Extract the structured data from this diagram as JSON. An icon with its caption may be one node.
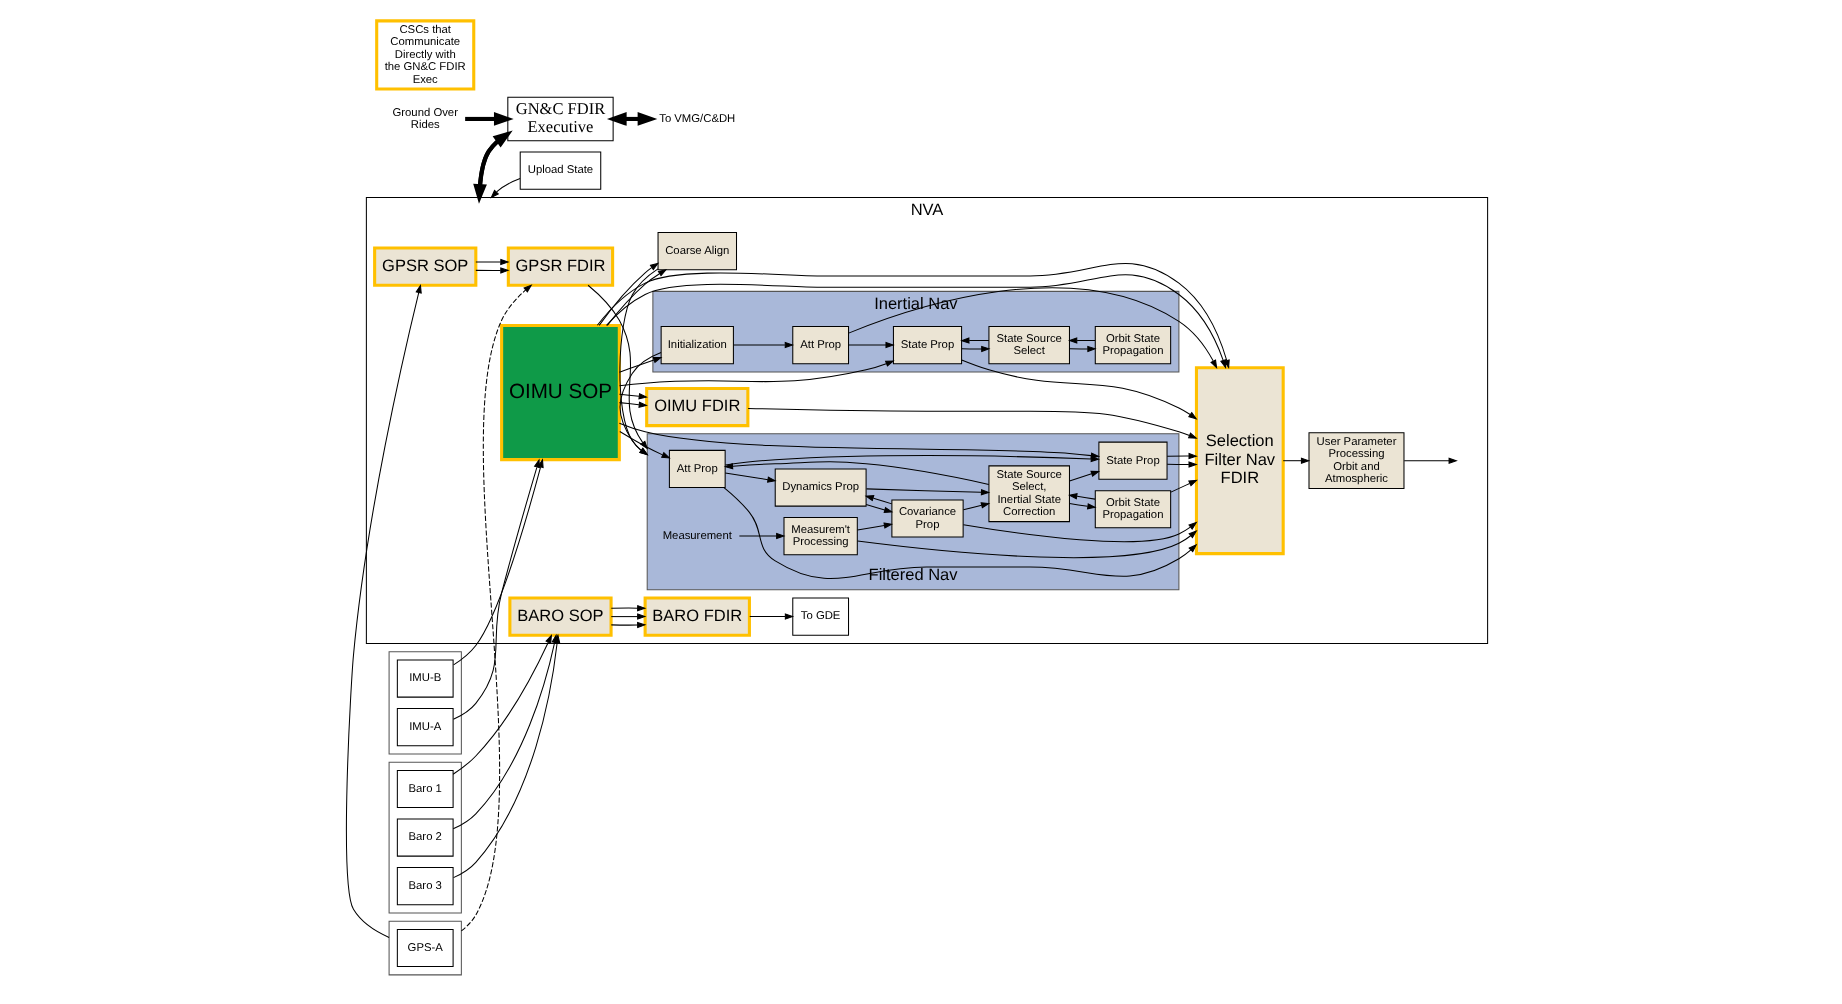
{
  "diagram": {
    "nodes": [
      {
        "text": [
          "Ground Over Rides"
        ]
      },
      {
        "text": [
          "GN&C FDIR Executive"
        ]
      },
      {
        "text": [
          "To VMG/C&DH"
        ]
      },
      {
        "text": [
          "NVA"
        ]
      },
      {
        "text": [],
        "shape": "box"
      },
      {
        "text": [
          "IMU-A"
        ],
        "in": 4
      },
      {
        "text": [
          "IMU-B"
        ],
        "in": 4
      },
      {
        "text": [
          "OIMU SOP"
        ],
        "in": 3
      },
      {
        "text": [
          "OIMU FDIR"
        ],
        "in": 3
      },
      {
        "text": [
          "Coarse Align"
        ],
        "in": 3
      },
      {
        "text": [
          "Filtered Nav"
        ],
        "in": 3
      },
      {
        "text": [
          "Att Prop"
        ],
        "in": 10
      },
      {
        "text": [
          "State Prop"
        ],
        "in": 10
      },
      {
        "text": [
          "Dynamics Prop"
        ],
        "in": 10
      },
      {
        "text": [
          "State Source Select, Inertial State Correction"
        ],
        "in": 10
      },
      {
        "text": [
          "Covariance Prop"
        ],
        "in": 10
      },
      {
        "text": [
          "Measurement"
        ],
        "in": 10
      },
      {
        "text": [
          "Measurem't Processing"
        ],
        "in": 10
      },
      {
        "text": [
          "Orbit State Propagation"
        ],
        "in": 10
      },
      {
        "text": [
          "Selection Filter Nav FDIR"
        ],
        "in": 3
      },
      {
        "text": [
          "User Parameter Processing Orbit and Atmospheric"
        ],
        "in": 3
      },
      {
        "text": [],
        "shape": "box"
      },
      {
        "text": [
          "Baro 1"
        ],
        "in": 21
      },
      {
        "text": [
          "Baro 2"
        ],
        "in": 21
      },
      {
        "text": [
          "Baro 3"
        ],
        "in": 21
      },
      {
        "text": [
          "BARO SOP"
        ],
        "in": 3
      },
      {
        "text": [
          "BARO FDIR"
        ],
        "in": 3
      },
      {
        "text": [
          "To GDE"
        ],
        "in": 3
      },
      {
        "text": [],
        "shape": "box"
      },
      {
        "text": [
          "GPS-A"
        ],
        "in": 28
      },
      {
        "text": [
          "GPSR SOP"
        ],
        "in": 3
      },
      {
        "text": [
          "GPSR FDIR"
        ],
        "in": 3
      },
      {
        "text": [
          "Inertial Nav"
        ],
        "in": 3
      },
      {
        "text": [
          "Initialization"
        ],
        "in": 32
      },
      {
        "text": [
          "Att Prop"
        ],
        "in": 32
      },
      {
        "text": [
          "State Prop"
        ],
        "in": 32
      },
      {
        "text": [
          "State Source Select"
        ],
        "in": 32
      },
      {
        "text": [
          "Orbit State Propagation"
        ],
        "in": 32
      },
      {
        "text": [
          "Upload State"
        ]
      }
    ],
    "edges": [
      {
        "from": 0,
        "to": 1,
        "arrow": "to",
        "style": "thick"
      },
      {
        "from": 1,
        "to": 2,
        "arrow": "both",
        "style": "thick"
      },
      {
        "from": 3,
        "to": 1,
        "arrow": "to",
        "style": "thick"
      },
      {
        "from": 1,
        "to": 3,
        "arrow": "to",
        "style": "thick"
      },
      {
        "from": 5,
        "to": 7,
        "arrow": "to"
      },
      {
        "from": 6,
        "to": 7,
        "arrow": "to"
      },
      {
        "from": 7,
        "to": 8,
        "arrow": "to"
      },
      {
        "from": 7,
        "to": 8,
        "arrow": "to"
      },
      {
        "from": 8,
        "to": 19,
        "arrow": "to"
      },
      {
        "from": 7,
        "to": 19,
        "arrow": "to"
      },
      {
        "from": 7,
        "to": 19,
        "arrow": "to"
      },
      {
        "from": 7,
        "to": 11,
        "arrow": "to"
      },
      {
        "from": 7,
        "to": 9,
        "arrow": "to"
      },
      {
        "from": 7,
        "to": 9,
        "arrow": "to"
      },
      {
        "from": 7,
        "to": 12,
        "arrow": "to"
      },
      {
        "from": 9,
        "to": 10,
        "arrow": "to"
      },
      {
        "from": 11,
        "to": 19,
        "arrow": "to"
      },
      {
        "from": 11,
        "to": 12,
        "arrow": "to"
      },
      {
        "from": 11,
        "to": 13,
        "arrow": "to"
      },
      {
        "from": 12,
        "to": 19,
        "arrow": "to"
      },
      {
        "from": 12,
        "to": 19,
        "arrow": "to"
      },
      {
        "from": 14,
        "to": 11,
        "arrow": "to"
      },
      {
        "from": 14,
        "to": 12,
        "arrow": "to"
      },
      {
        "from": 13,
        "to": 14,
        "arrow": "to"
      },
      {
        "from": 13,
        "to": 15,
        "arrow": "to"
      },
      {
        "from": 15,
        "to": 13,
        "arrow": "to"
      },
      {
        "from": 15,
        "to": 14,
        "arrow": "to"
      },
      {
        "from": 15,
        "to": 19,
        "arrow": "to"
      },
      {
        "from": 17,
        "to": 15,
        "arrow": "to"
      },
      {
        "from": 16,
        "to": 17,
        "arrow": "to"
      },
      {
        "from": 17,
        "to": 19,
        "arrow": "to"
      },
      {
        "from": 14,
        "to": 18,
        "arrow": "to"
      },
      {
        "from": 18,
        "to": 14,
        "arrow": "to"
      },
      {
        "from": 18,
        "to": 19,
        "arrow": "to"
      },
      {
        "from": 19,
        "to": 20,
        "arrow": "to"
      },
      {
        "from": 20,
        "to": null,
        "arrow": "to"
      },
      {
        "from": 22,
        "to": 25,
        "arrow": "to"
      },
      {
        "from": 23,
        "to": 25,
        "arrow": "to"
      },
      {
        "from": 24,
        "to": 25,
        "arrow": "to"
      },
      {
        "from": 25,
        "to": 26,
        "arrow": "to"
      },
      {
        "from": 25,
        "to": 26,
        "arrow": "to"
      },
      {
        "from": 25,
        "to": 26,
        "arrow": "to"
      },
      {
        "from": 26,
        "to": 27,
        "arrow": "to"
      },
      {
        "from": 28,
        "to": 31,
        "arrow": "to",
        "style": "dashed"
      },
      {
        "from": 28,
        "to": 30,
        "arrow": "to"
      },
      {
        "from": 30,
        "to": 31,
        "arrow": "to"
      },
      {
        "from": 30,
        "to": 31,
        "arrow": "to"
      },
      {
        "from": 31,
        "to": 10,
        "arrow": "to"
      },
      {
        "from": 7,
        "to": 33,
        "arrow": "to"
      },
      {
        "from": 7,
        "to": 35,
        "arrow": "to"
      },
      {
        "from": 33,
        "to": 10,
        "arrow": "to"
      },
      {
        "from": 33,
        "to": 34,
        "arrow": "to"
      },
      {
        "from": 34,
        "to": 35,
        "arrow": "to"
      },
      {
        "from": 34,
        "to": 19,
        "arrow": "to"
      },
      {
        "from": 35,
        "to": 19,
        "arrow": "to"
      },
      {
        "from": 35,
        "to": 36,
        "arrow": "to"
      },
      {
        "from": 36,
        "to": 35,
        "arrow": "to"
      },
      {
        "from": 36,
        "to": 37,
        "arrow": "to"
      },
      {
        "from": 37,
        "to": 36,
        "arrow": "to"
      },
      {
        "from": 38,
        "to": 3,
        "arrow": "to"
      }
    ],
    "legend": [
      {
        "text": "CSCs that Communicate Directly with the GN&C FDIR Exec"
      }
    ]
  }
}
